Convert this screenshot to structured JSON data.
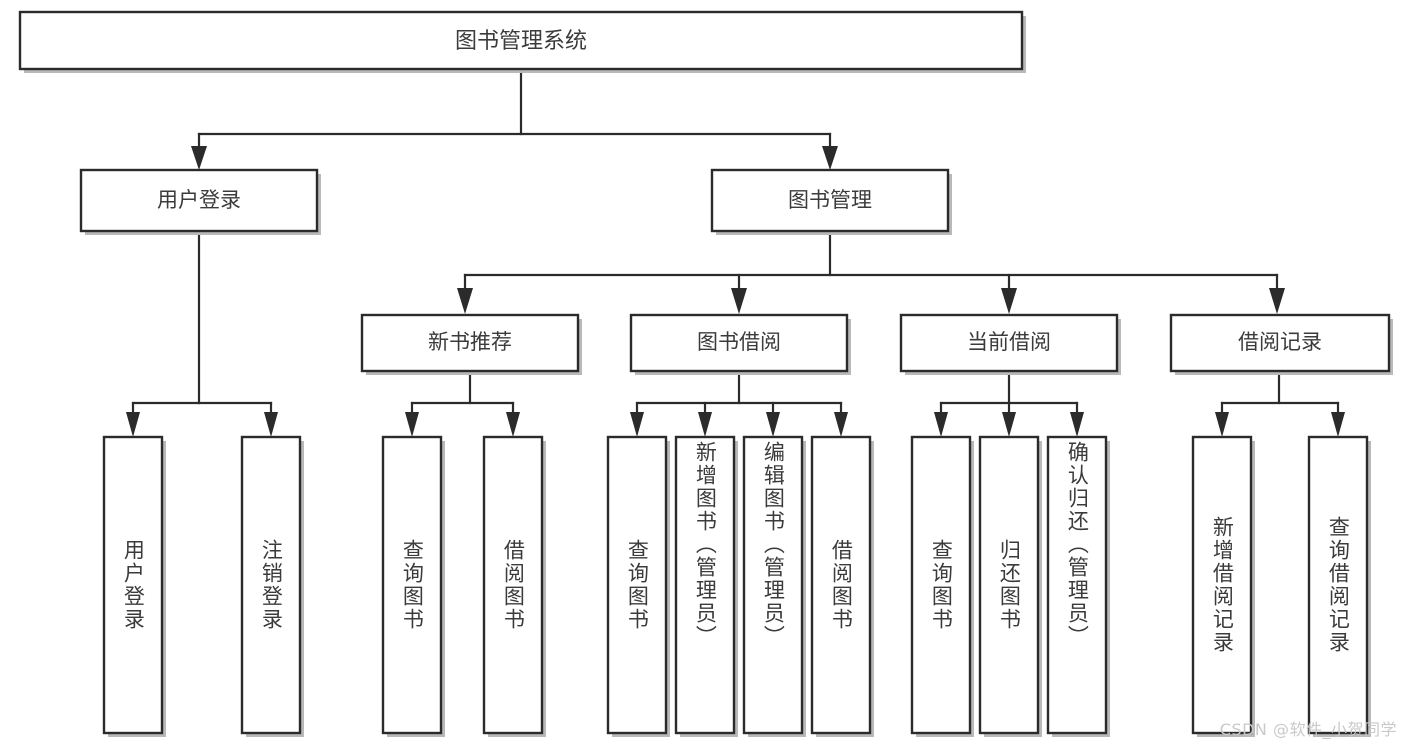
{
  "diagram": {
    "title": "图书管理系统",
    "type": "tree-hierarchy",
    "orientation": "top-down",
    "colors": {
      "box_fill": "#ffffff",
      "box_stroke": "#2b2b2b",
      "text": "#3b3b3b",
      "connector": "#2b2b2b",
      "shadow": "#b9b9b9",
      "watermark": "#c9c9c9",
      "background": "#ffffff"
    },
    "watermark": "CSDN @软件_小贺同学"
  },
  "nodes": {
    "root": {
      "label": "图书管理系统"
    },
    "level2": [
      {
        "label": "用户登录"
      },
      {
        "label": "图书管理"
      }
    ],
    "level3": [
      {
        "label": "新书推荐"
      },
      {
        "label": "图书借阅"
      },
      {
        "label": "当前借阅"
      },
      {
        "label": "借阅记录"
      }
    ],
    "leaves_user_login": [
      {
        "label": "用户登录"
      },
      {
        "label": "注销登录"
      }
    ],
    "leaves_new_book": [
      {
        "label": "查询图书"
      },
      {
        "label": "借阅图书"
      }
    ],
    "leaves_borrow": [
      {
        "label": "查询图书"
      },
      {
        "label": "新增图书（管理员）"
      },
      {
        "label": "编辑图书（管理员）"
      },
      {
        "label": "借阅图书"
      }
    ],
    "leaves_current": [
      {
        "label": "查询图书"
      },
      {
        "label": "归还图书"
      },
      {
        "label": "确认归还（管理员）"
      }
    ],
    "leaves_records": [
      {
        "label": "新增借阅记录"
      },
      {
        "label": "查询借阅记录"
      }
    ]
  },
  "chart_data": {
    "type": "table",
    "title": "图书管理系统 功能结构图",
    "tree": {
      "name": "图书管理系统",
      "children": [
        {
          "name": "用户登录",
          "children": [
            {
              "name": "用户登录"
            },
            {
              "name": "注销登录"
            }
          ]
        },
        {
          "name": "图书管理",
          "children": [
            {
              "name": "新书推荐",
              "children": [
                {
                  "name": "查询图书"
                },
                {
                  "name": "借阅图书"
                }
              ]
            },
            {
              "name": "图书借阅",
              "children": [
                {
                  "name": "查询图书"
                },
                {
                  "name": "新增图书（管理员）"
                },
                {
                  "name": "编辑图书（管理员）"
                },
                {
                  "name": "借阅图书"
                }
              ]
            },
            {
              "name": "当前借阅",
              "children": [
                {
                  "name": "查询图书"
                },
                {
                  "name": "归还图书"
                },
                {
                  "name": "确认归还（管理员）"
                }
              ]
            },
            {
              "name": "借阅记录",
              "children": [
                {
                  "name": "新增借阅记录"
                },
                {
                  "name": "查询借阅记录"
                }
              ]
            }
          ]
        }
      ]
    }
  }
}
